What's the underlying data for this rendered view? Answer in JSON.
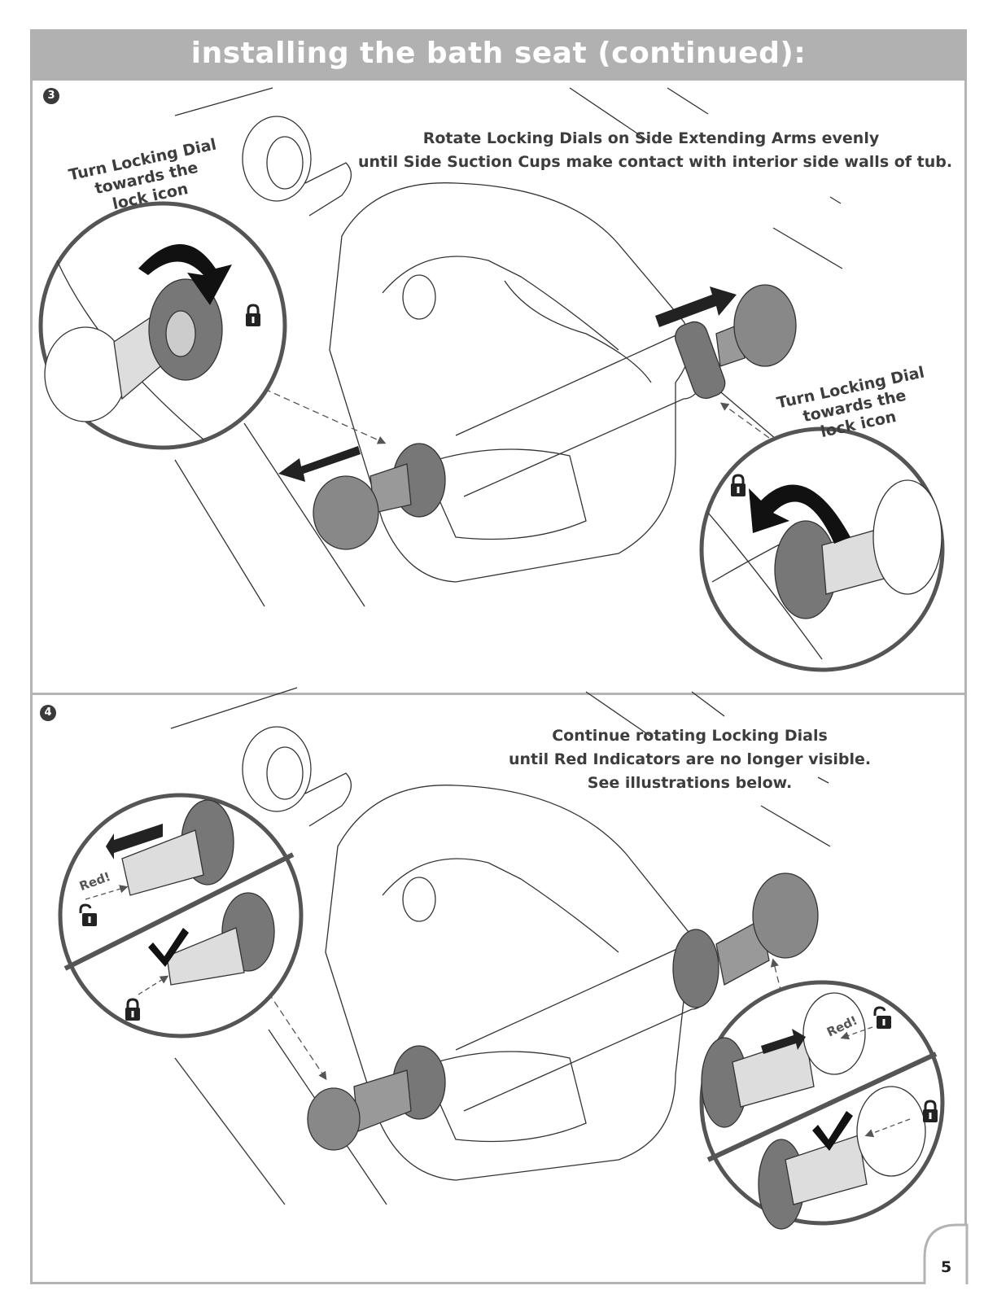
{
  "header": {
    "title": "installing the bath seat (continued):"
  },
  "steps": [
    {
      "number": "3",
      "instruction_lines": [
        "Rotate Locking Dials on Side  Extending Arms evenly",
        "until Side Suction Cups make contact with interior side walls of tub."
      ],
      "callout_left": [
        "Turn Locking Dial",
        "towards the",
        "lock icon"
      ],
      "callout_right": [
        "Turn Locking Dial",
        "towards the",
        "lock icon"
      ]
    },
    {
      "number": "4",
      "instruction_lines": [
        "Continue rotating Locking Dials",
        "until Red Indicators are no longer visible.",
        "See illustrations below."
      ],
      "indicator_label_left": "Red!",
      "indicator_label_right": "Red!"
    }
  ],
  "footer": {
    "page_number": "5"
  },
  "icons": [
    "lock-icon",
    "unlock-icon",
    "checkmark-icon",
    "rotate-arrow-icon",
    "direction-arrow-icon"
  ]
}
